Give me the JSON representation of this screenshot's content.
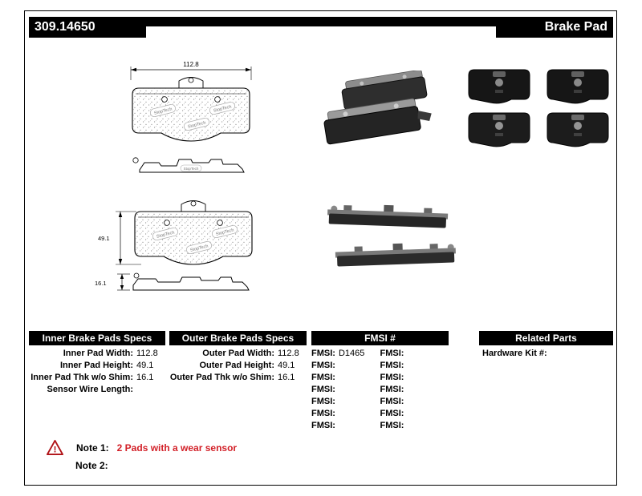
{
  "header": {
    "part_number": "309.14650",
    "product_type": "Brake Pad"
  },
  "diagram": {
    "width_dim": "112.8",
    "height_dim": "49.1",
    "thickness_dim": "16.1",
    "brand": "StopTech"
  },
  "specs": {
    "inner": {
      "header": "Inner Brake Pads Specs",
      "rows": [
        {
          "label": "Inner Pad Width:",
          "value": "112.8"
        },
        {
          "label": "Inner Pad Height:",
          "value": "49.1"
        },
        {
          "label": "Inner Pad Thk w/o Shim:",
          "value": "16.1"
        },
        {
          "label": "Sensor Wire Length:",
          "value": ""
        }
      ]
    },
    "outer": {
      "header": "Outer Brake Pads Specs",
      "rows": [
        {
          "label": "Outer Pad Width:",
          "value": "112.8"
        },
        {
          "label": "Outer Pad Height:",
          "value": "49.1"
        },
        {
          "label": "Outer Pad Thk w/o Shim:",
          "value": "16.1"
        }
      ]
    },
    "fmsi": {
      "header": "FMSI #",
      "rows": [
        {
          "label1": "FMSI:",
          "value1": "D1465",
          "label2": "FMSI:",
          "value2": ""
        },
        {
          "label1": "FMSI:",
          "value1": "",
          "label2": "FMSI:",
          "value2": ""
        },
        {
          "label1": "FMSI:",
          "value1": "",
          "label2": "FMSI:",
          "value2": ""
        },
        {
          "label1": "FMSI:",
          "value1": "",
          "label2": "FMSI:",
          "value2": ""
        },
        {
          "label1": "FMSI:",
          "value1": "",
          "label2": "FMSI:",
          "value2": ""
        },
        {
          "label1": "FMSI:",
          "value1": "",
          "label2": "FMSI:",
          "value2": ""
        },
        {
          "label1": "FMSI:",
          "value1": "",
          "label2": "FMSI:",
          "value2": ""
        }
      ]
    },
    "related": {
      "header": "Related Parts",
      "rows": [
        {
          "label": "Hardware Kit #:",
          "value": ""
        }
      ]
    }
  },
  "notes": {
    "note1_label": "Note 1:",
    "note1_text": "2 Pads with a wear sensor",
    "note2_label": "Note 2:",
    "note2_text": ""
  },
  "colors": {
    "accent_red": "#d21f27",
    "banner_black": "#000000"
  }
}
